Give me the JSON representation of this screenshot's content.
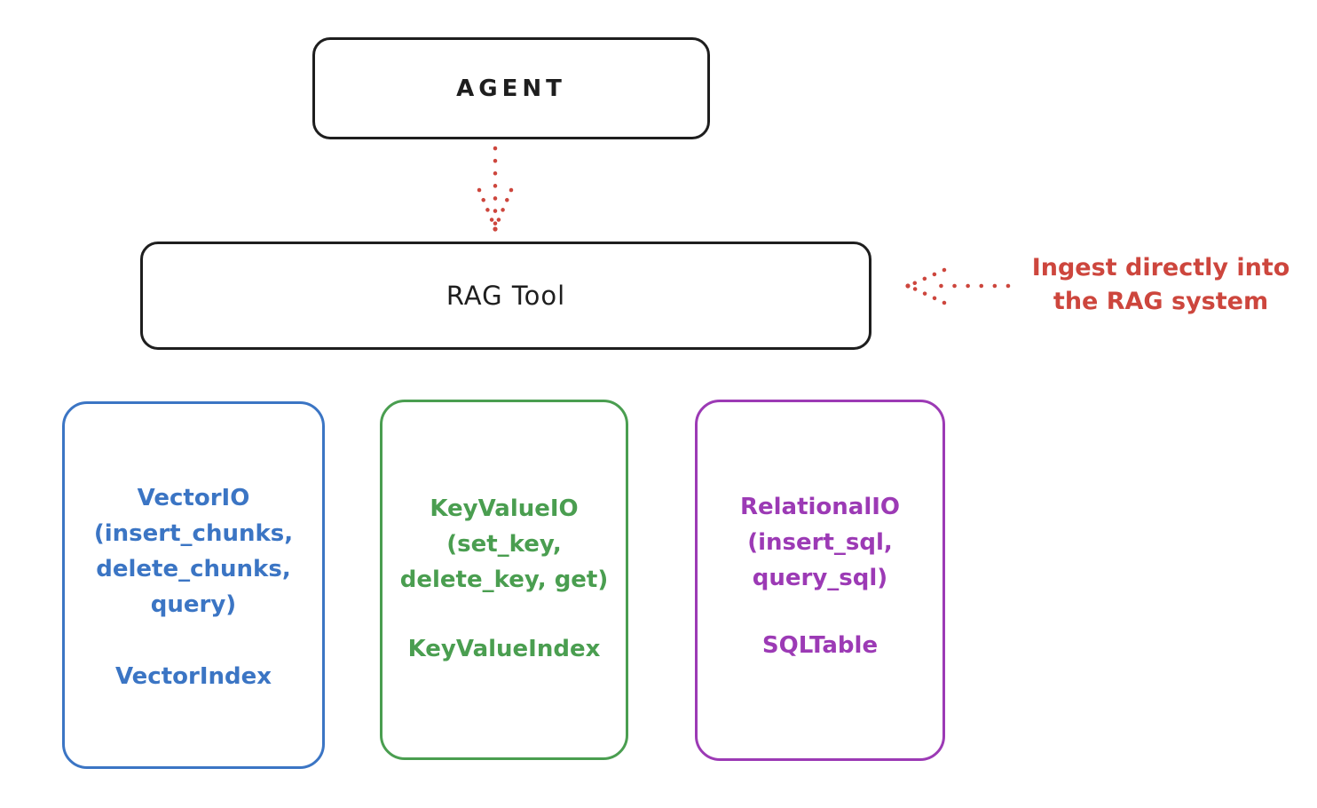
{
  "diagram": {
    "agent_box": {
      "label": "AGENT"
    },
    "rag_tool_box": {
      "label": "RAG Tool"
    },
    "annotation": {
      "line1": "Ingest directly into",
      "line2": "the RAG system"
    },
    "stores": [
      {
        "title": "VectorIO",
        "params": [
          "(insert_chunks,",
          "delete_chunks,",
          "query)"
        ],
        "index": "VectorIndex",
        "color": "#3b75c4"
      },
      {
        "title": "KeyValueIO",
        "params": [
          "(set_key,",
          "delete_key, get)"
        ],
        "index": "KeyValueIndex",
        "color": "#4a9e50"
      },
      {
        "title": "RelationalIO",
        "params": [
          "(insert_sql,",
          "query_sql)"
        ],
        "index": "SQLTable",
        "color": "#9c3ab5"
      }
    ],
    "arrows": [
      {
        "name": "agent-to-ragtool",
        "style": "dotted",
        "direction": "down"
      },
      {
        "name": "annotation-to-ragtool",
        "style": "dotted",
        "direction": "left"
      }
    ]
  },
  "colors": {
    "ink": "#1e1e1e",
    "red": "#cd463d",
    "blue": "#3b75c4",
    "green": "#4a9e50",
    "purple": "#9c3ab5",
    "background": "#ffffff"
  }
}
